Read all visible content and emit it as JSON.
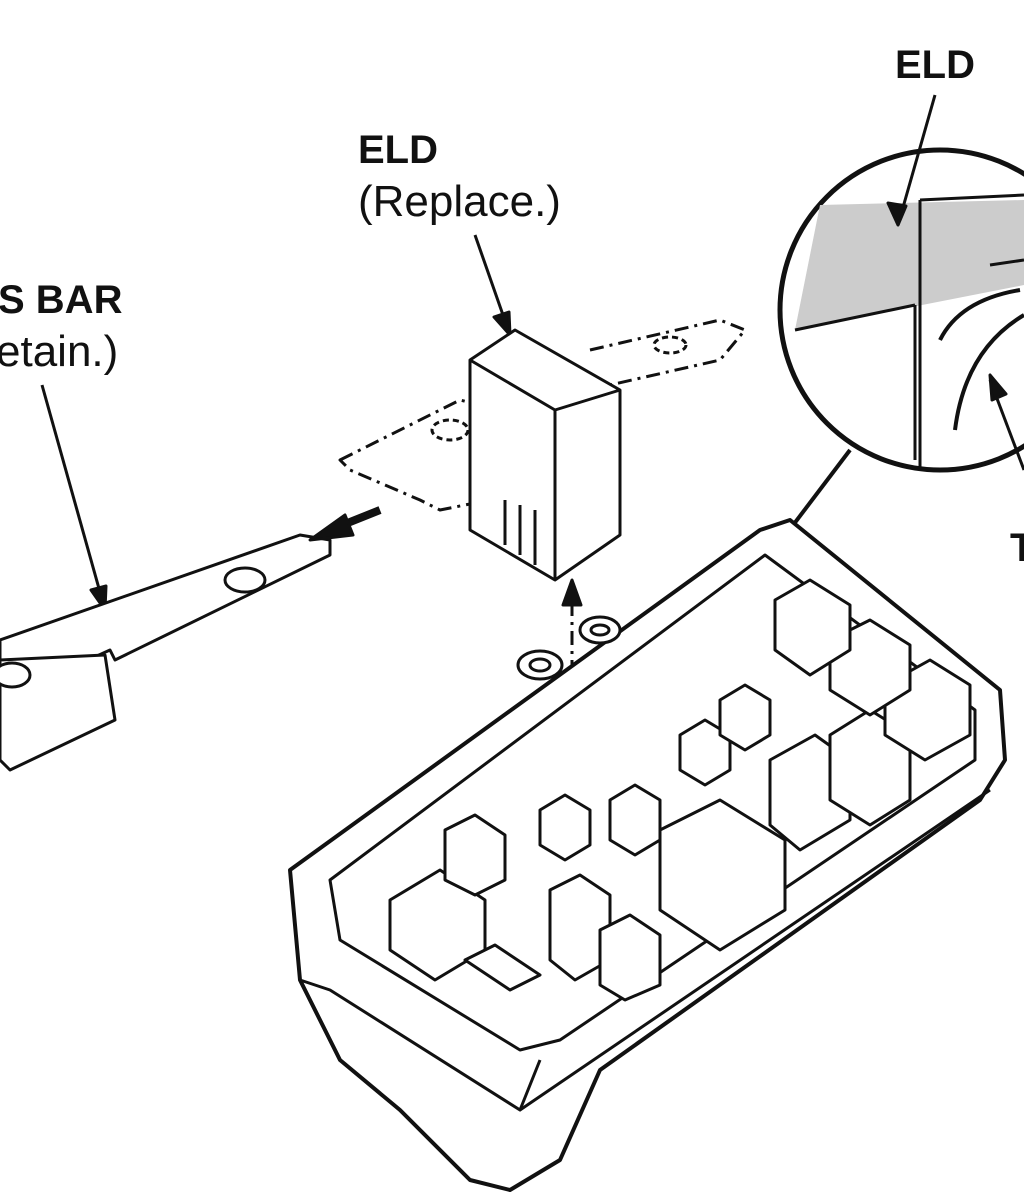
{
  "labels": {
    "eld_detail": "ELD",
    "eld_main": "ELD",
    "eld_instruction": "(Replace.)",
    "bus_bar": "S BAR",
    "bus_bar_instruction": "etain.)",
    "right_edge": "T"
  }
}
